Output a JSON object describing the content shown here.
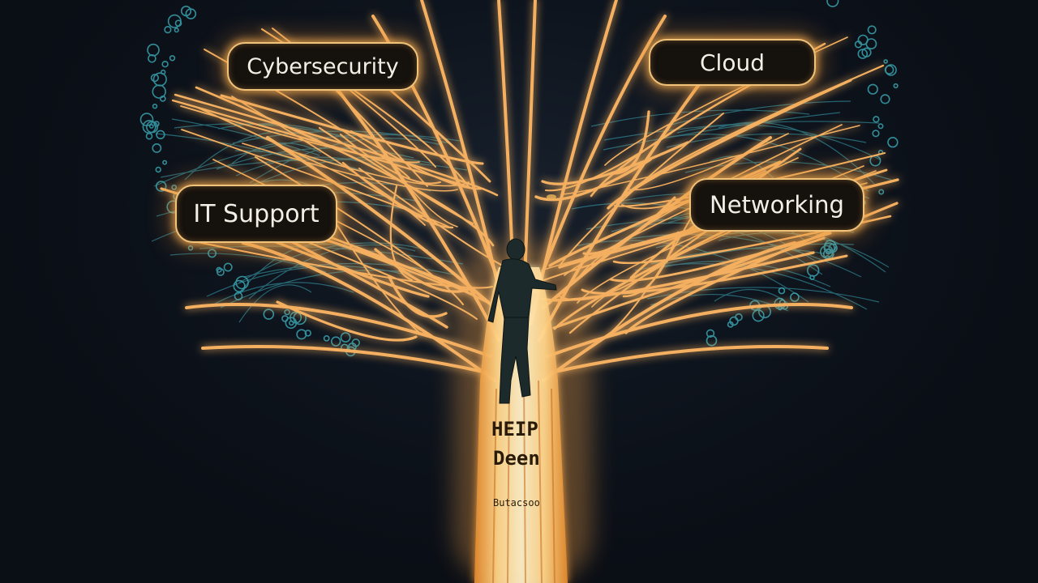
{
  "labels": {
    "cybersecurity": "Cybersecurity",
    "cloud": "Cloud",
    "it_support": "IT Support",
    "networking": "Networking"
  },
  "trunk_text": {
    "line1": "HEIP",
    "line2": "Deen",
    "line3": "Butacsoo"
  },
  "colors": {
    "background": "#0b0f17",
    "glow_orange": "#f0a850",
    "glow_core": "#ffe2a6",
    "teal_canopy": "#3fb7c4",
    "pill_fill": "#15110d",
    "label_text": "#f3efe6"
  },
  "icons": {
    "figure": "person-climbing",
    "canopy": "circuit-tree"
  }
}
